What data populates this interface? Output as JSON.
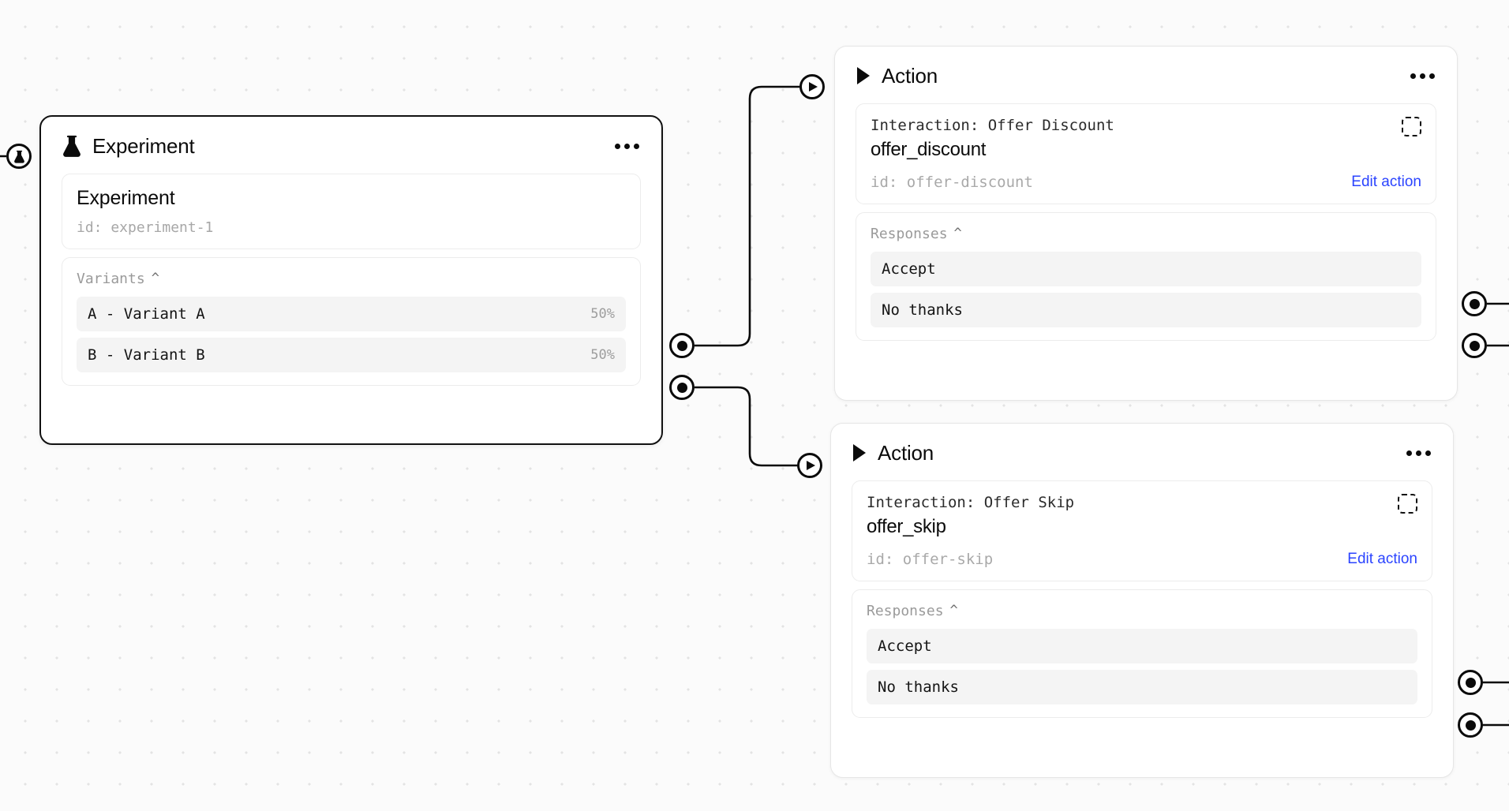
{
  "canvas": {
    "background_color": "#fbfbfb",
    "dot_color": "#e3e3e3",
    "accent_link_color": "#2b44ff",
    "selected_border_color": "#111111"
  },
  "nodes": {
    "experiment": {
      "title": "Experiment",
      "icon": "flask-icon",
      "menu_icon": "more-horizontal-icon",
      "detail": {
        "name": "Experiment",
        "id": "id: experiment-1"
      },
      "variants_section": {
        "label": "Variants",
        "chevron": "^",
        "items": [
          {
            "label": "A - Variant A",
            "percent": "50%"
          },
          {
            "label": "B - Variant B",
            "percent": "50%"
          }
        ]
      }
    },
    "action_discount": {
      "title": "Action",
      "icon": "play-triangle-icon",
      "menu_icon": "more-horizontal-icon",
      "interaction": {
        "kicker": "Interaction: Offer Discount",
        "name": "offer_discount",
        "id": "id: offer-discount",
        "edit_label": "Edit action",
        "corner_icon": "dashed-square-icon"
      },
      "responses_section": {
        "label": "Responses",
        "chevron": "^",
        "items": [
          {
            "label": "Accept"
          },
          {
            "label": "No thanks"
          }
        ]
      }
    },
    "action_skip": {
      "title": "Action",
      "icon": "play-triangle-icon",
      "menu_icon": "more-horizontal-icon",
      "interaction": {
        "kicker": "Interaction: Offer Skip",
        "name": "offer_skip",
        "id": "id: offer-skip",
        "edit_label": "Edit action",
        "corner_icon": "dashed-square-icon"
      },
      "responses_section": {
        "label": "Responses",
        "chevron": "^",
        "items": [
          {
            "label": "Accept"
          },
          {
            "label": "No thanks"
          }
        ]
      }
    }
  },
  "handles": {
    "experiment_target": "flask-icon",
    "experiment_source_a": "filled-dot",
    "experiment_source_b": "filled-dot",
    "action1_target": "play-triangle-icon",
    "action1_source_accept": "filled-dot",
    "action1_source_nothanks": "filled-dot",
    "action2_target": "play-triangle-icon",
    "action2_source_accept": "filled-dot",
    "action2_source_nothanks": "filled-dot"
  }
}
